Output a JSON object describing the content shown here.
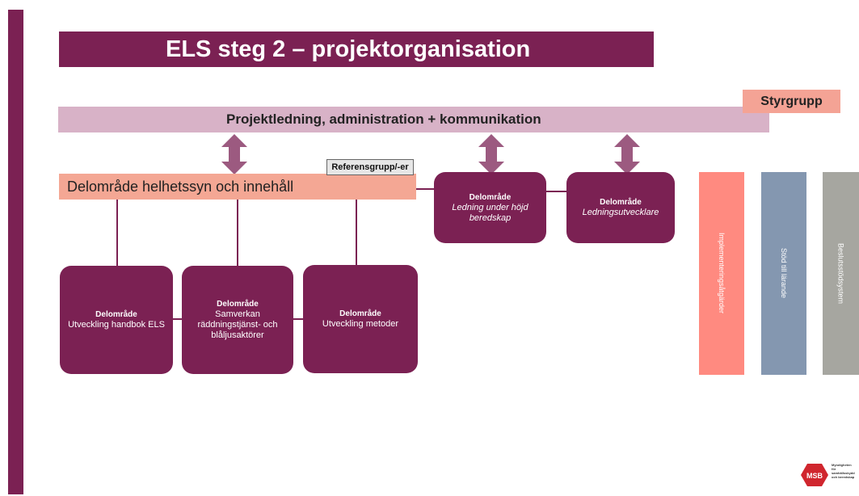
{
  "title": "ELS steg 2 – projektorganisation",
  "styrgrupp": "Styrgrupp",
  "projektledning": "Projektledning, administration + kommunikation",
  "referensgrupp": "Referensgrupp/-er",
  "helhetssyn": "Delområde helhetssyn och innehåll",
  "delomrade_label": "Delområde",
  "boxes": [
    {
      "head": "Delområde",
      "body": "Ledning under höjd beredskap"
    },
    {
      "head": "Delområde",
      "body": "Ledningsutvecklare"
    },
    {
      "head": "Delområde",
      "body": "Utveckling handbok ELS"
    },
    {
      "head": "Delområde",
      "body": "Samverkan räddningstjänst- och blåljusaktörer"
    },
    {
      "head": "Delområde",
      "body": "Utveckling metoder"
    }
  ],
  "columns": [
    {
      "label": "Implementeringsåtgärder",
      "color": "#ff8a80"
    },
    {
      "label": "Stöd till lärande",
      "color": "#8497b0"
    },
    {
      "label": "Beslutsstödsystem",
      "color": "#a6a6a0"
    }
  ],
  "logo": {
    "abbr": "MSB",
    "text": [
      "Myndigheten",
      "för samhällsskydd",
      "och beredskap"
    ]
  },
  "colors": {
    "primary": "#7b2153",
    "projektledning": "#d8b2c7",
    "helhetssyn": "#f4a794",
    "arrow": "#9c5a80"
  }
}
